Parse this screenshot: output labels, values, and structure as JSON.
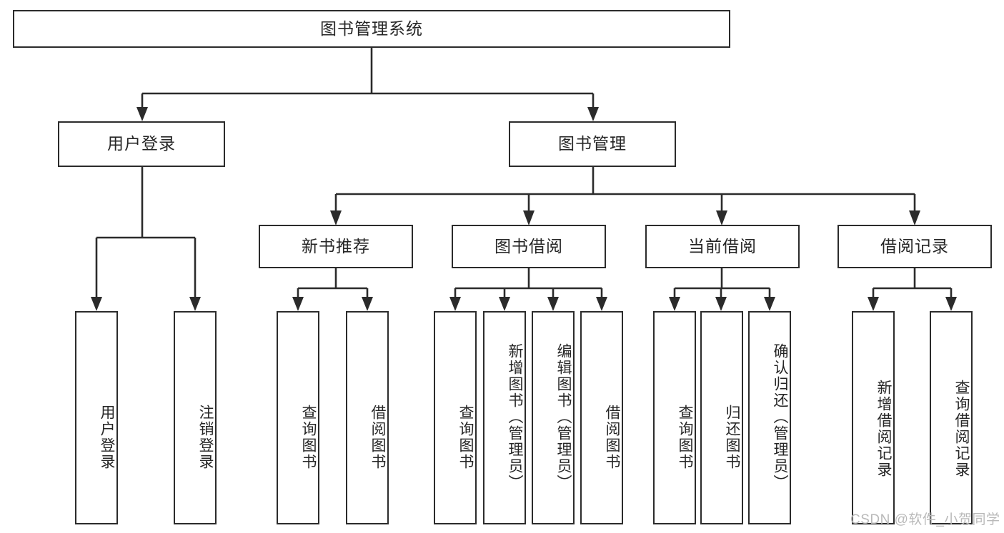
{
  "diagram": {
    "title": "图书管理系统",
    "watermark": "CSDN @软件_小贺同学",
    "colors": {
      "stroke": "#2b2b2b",
      "background": "#ffffff",
      "text": "#262626",
      "watermark": "#b9b9b9"
    },
    "levels": {
      "root": {
        "label": "图书管理系统"
      },
      "level2": [
        {
          "label": "用户登录"
        },
        {
          "label": "图书管理"
        }
      ],
      "level3": [
        {
          "label": "新书推荐"
        },
        {
          "label": "图书借阅"
        },
        {
          "label": "当前借阅"
        },
        {
          "label": "借阅记录"
        }
      ],
      "leaves": {
        "user_login": [
          {
            "label": "用户登录"
          },
          {
            "label": "注销登录"
          }
        ],
        "new_book": [
          {
            "label": "查询图书"
          },
          {
            "label": "借阅图书"
          }
        ],
        "book_borrow": [
          {
            "label": "查询图书"
          },
          {
            "label": "新增图书（管理员）"
          },
          {
            "label": "编辑图书（管理员）"
          },
          {
            "label": "借阅图书"
          }
        ],
        "current_borrow": [
          {
            "label": "查询图书"
          },
          {
            "label": "归还图书"
          },
          {
            "label": "确认归还（管理员）"
          }
        ],
        "borrow_record": [
          {
            "label": "新增借阅记录"
          },
          {
            "label": "查询借阅记录"
          }
        ]
      }
    }
  }
}
